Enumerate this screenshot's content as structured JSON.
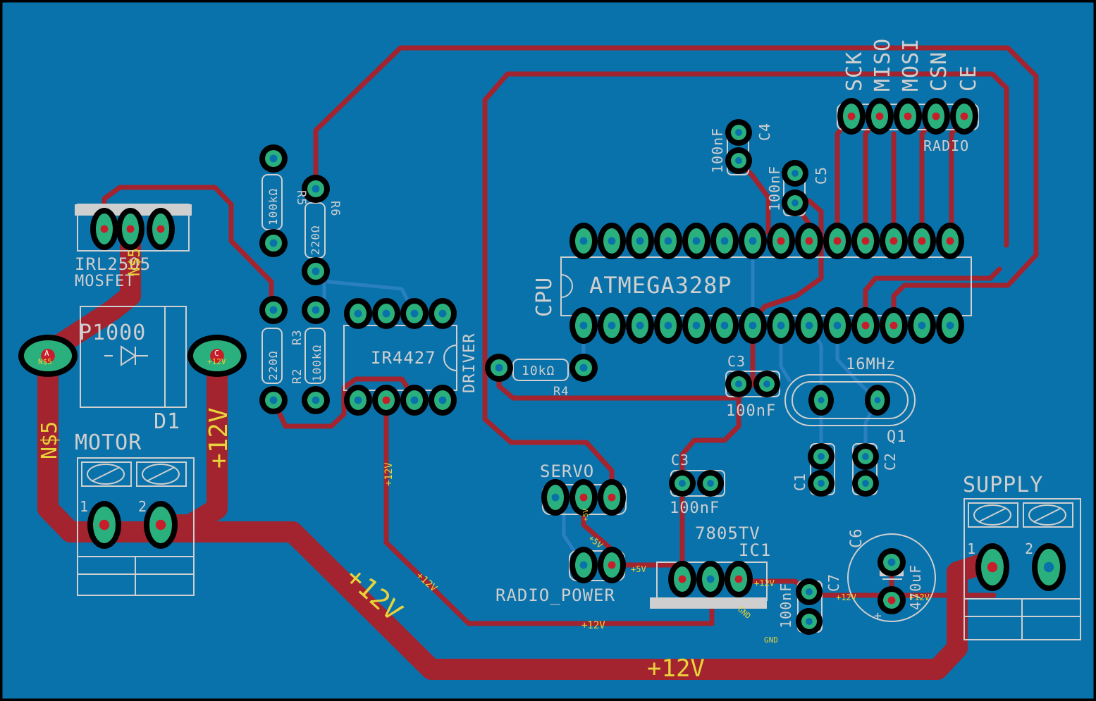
{
  "colors": {
    "board": "#0a72aa",
    "top_copper": "#a3232e",
    "bottom_copper": "#2a7fc0",
    "pad": "#2ab07c",
    "drill": "#c81e2a",
    "silkscreen": "#cfcfcf",
    "net_label": "#e8d33a"
  },
  "components": {
    "q_mosfet": {
      "name": "IRL2505",
      "value": "MOSFET"
    },
    "d1": {
      "value": "P1000",
      "name": "D1",
      "pad_a": "A",
      "pad_c": "C"
    },
    "motor": {
      "name": "MOTOR",
      "pin1": "1",
      "pin2": "2"
    },
    "r5": {
      "name": "R5",
      "value": "100kΩ"
    },
    "r6": {
      "name": "R6",
      "value": "220Ω"
    },
    "r2": {
      "name": "R2",
      "value": "220Ω"
    },
    "r3": {
      "name": "R3",
      "value": "100kΩ"
    },
    "driver": {
      "name": "IR4427",
      "value": "DRIVER"
    },
    "cpu": {
      "name": "CPU",
      "value": "ATMEGA328P"
    },
    "r4": {
      "name": "R4",
      "value": "10kΩ"
    },
    "c4": {
      "name": "C4",
      "value": "100nF"
    },
    "c5": {
      "name": "C5",
      "value": "100nF"
    },
    "c3_top": {
      "name": "C3",
      "value": "100nF"
    },
    "c3_bottom": {
      "name": "C3",
      "value": "100nF"
    },
    "crystal": {
      "name": "Q1",
      "value": "16MHz"
    },
    "c1": {
      "name": "C1"
    },
    "c2": {
      "name": "C2"
    },
    "servo": {
      "name": "SERVO"
    },
    "radio_power": {
      "name": "RADIO_POWER"
    },
    "ic1": {
      "name": "IC1",
      "value": "7805TV"
    },
    "c7": {
      "name": "C7",
      "value": "100nF"
    },
    "c6": {
      "name": "C6",
      "value": "470uF"
    },
    "supply": {
      "name": "SUPPLY",
      "pin1": "1",
      "pin2": "2"
    },
    "radio": {
      "name": "RADIO",
      "pins": [
        "SCK",
        "MISO",
        "MOSI",
        "CSN",
        "CE"
      ]
    }
  },
  "nets": {
    "n5": "N$5",
    "v12": "+12V",
    "v5": "+5V",
    "gnd": "GND"
  }
}
